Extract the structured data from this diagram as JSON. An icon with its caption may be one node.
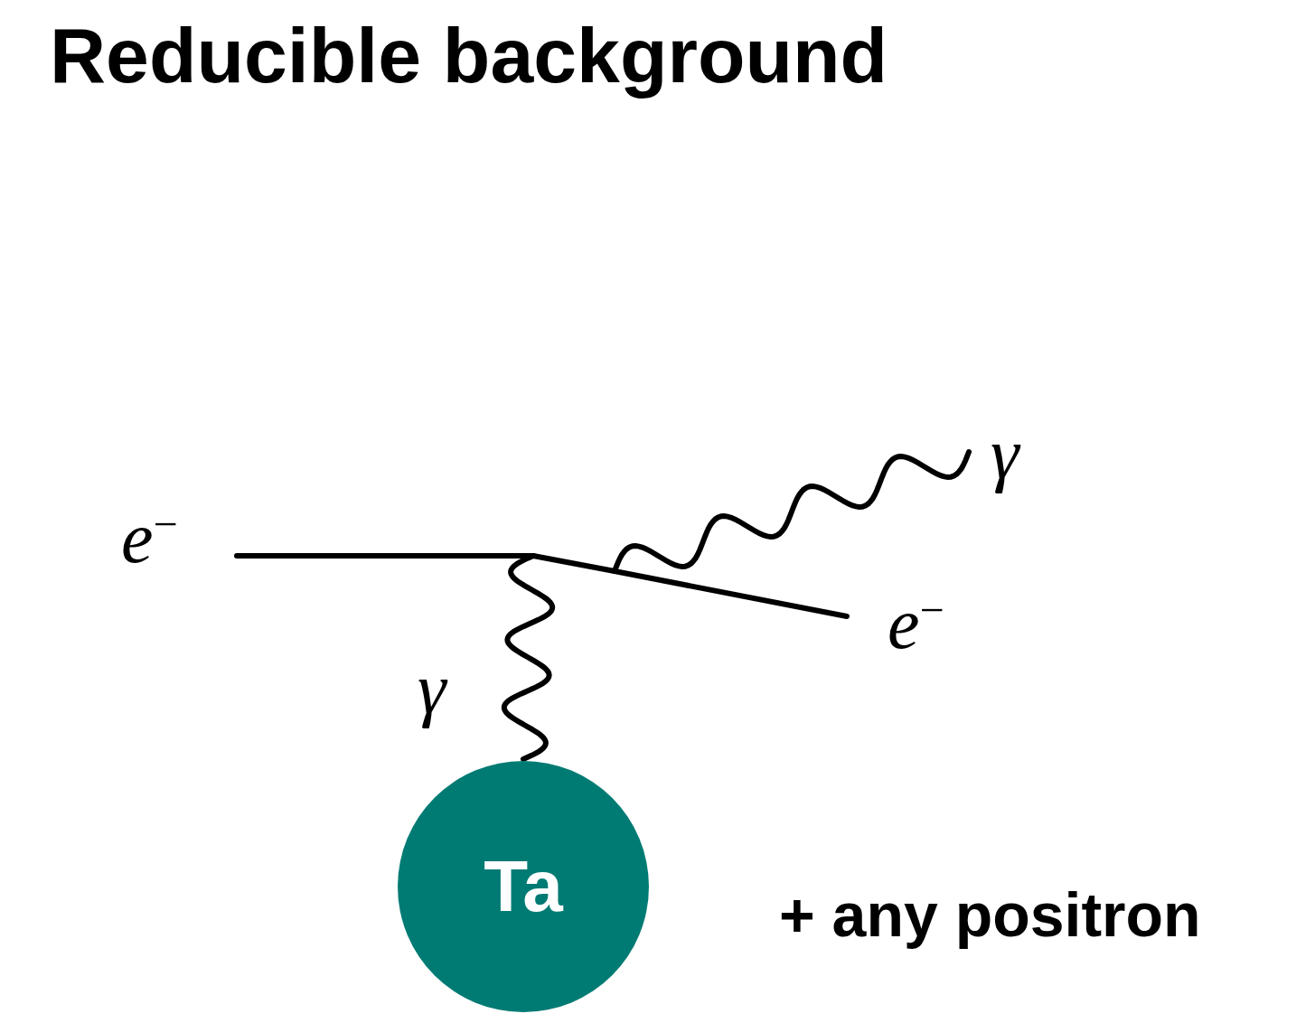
{
  "diagram": {
    "title": "Reducible background",
    "nodes": [
      {
        "text": [
          "γ"
        ]
      },
      {
        "text": [
          "e$^{−}$"
        ]
      },
      {
        "text": [
          "e$^{−}$"
        ]
      },
      {
        "text": [
          "Ta"
        ]
      },
      {
        "text": [],
        "shape": "point"
      },
      {
        "text": [],
        "shape": "point"
      }
    ],
    "edges": [
      {
        "from": 1,
        "to": 4,
        "arrow": "none"
      },
      {
        "from": 4,
        "to": 5,
        "arrow": "none"
      },
      {
        "from": 5,
        "to": 2,
        "arrow": "none"
      },
      {
        "from": 3,
        "to": 4,
        "arrow": "none",
        "label": "γ"
      },
      {
        "from": 5,
        "to": 0,
        "arrow": "none"
      }
    ],
    "labels": [
      "+ any positron"
    ]
  }
}
